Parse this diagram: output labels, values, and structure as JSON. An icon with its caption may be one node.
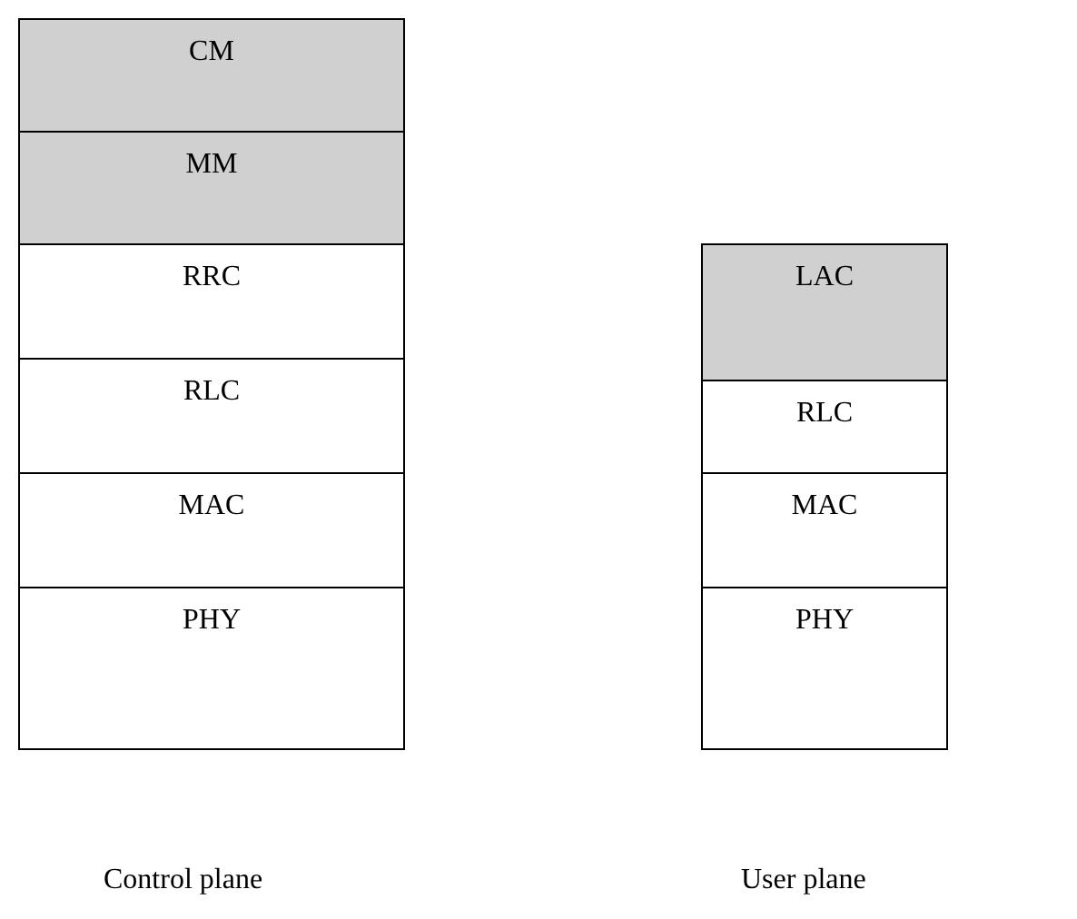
{
  "diagram": {
    "nodes": [
      {
        "text": [
          "CM"
        ]
      },
      {
        "text": [
          "MM"
        ]
      },
      {
        "text": [
          "RRC"
        ]
      },
      {
        "text": [
          "RLC"
        ]
      },
      {
        "text": [
          "MAC"
        ]
      },
      {
        "text": [
          "PHY"
        ]
      },
      {
        "text": [
          "LAC"
        ]
      },
      {
        "text": [
          "RLC"
        ]
      },
      {
        "text": [
          "MAC"
        ]
      },
      {
        "text": [
          "PHY"
        ]
      }
    ],
    "labels": [
      "Control plane",
      "User plane"
    ]
  }
}
